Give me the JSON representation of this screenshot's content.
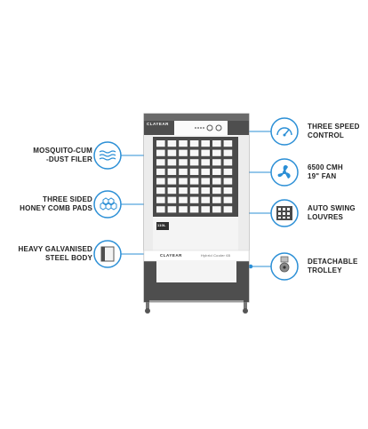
{
  "colors": {
    "accent": "#2b8fd6",
    "body_white": "#f4f4f4",
    "panel_dark": "#4e4e4e",
    "frame_gray": "#8a8a8a",
    "text_dark": "#222222"
  },
  "product": {
    "brand_top": "CLAYEAR",
    "brand_bottom": "CLAYEAR",
    "model_text": "Hybrid Cooler 65",
    "capacity_badge": "110L"
  },
  "features": {
    "left": [
      {
        "line1": "MOSQUITO-CUM",
        "line2": "-DUST FILER",
        "icon": "mesh-filter-icon"
      },
      {
        "line1": "THREE SIDED",
        "line2": "HONEY COMB PADS",
        "icon": "honeycomb-icon"
      },
      {
        "line1": "HEAVY GALVANISED",
        "line2": "STEEL BODY",
        "icon": "steel-body-icon"
      }
    ],
    "right": [
      {
        "line1": "THREE SPEED",
        "line2": "CONTROL",
        "icon": "speed-dial-icon"
      },
      {
        "line1": "6500 CMH",
        "line2": "19\" FAN",
        "icon": "fan-icon"
      },
      {
        "line1": "AUTO SWING",
        "line2": "LOUVRES",
        "icon": "louvres-icon"
      },
      {
        "line1": "DETACHABLE",
        "line2": "TROLLEY",
        "icon": "trolley-wheel-icon"
      }
    ]
  }
}
